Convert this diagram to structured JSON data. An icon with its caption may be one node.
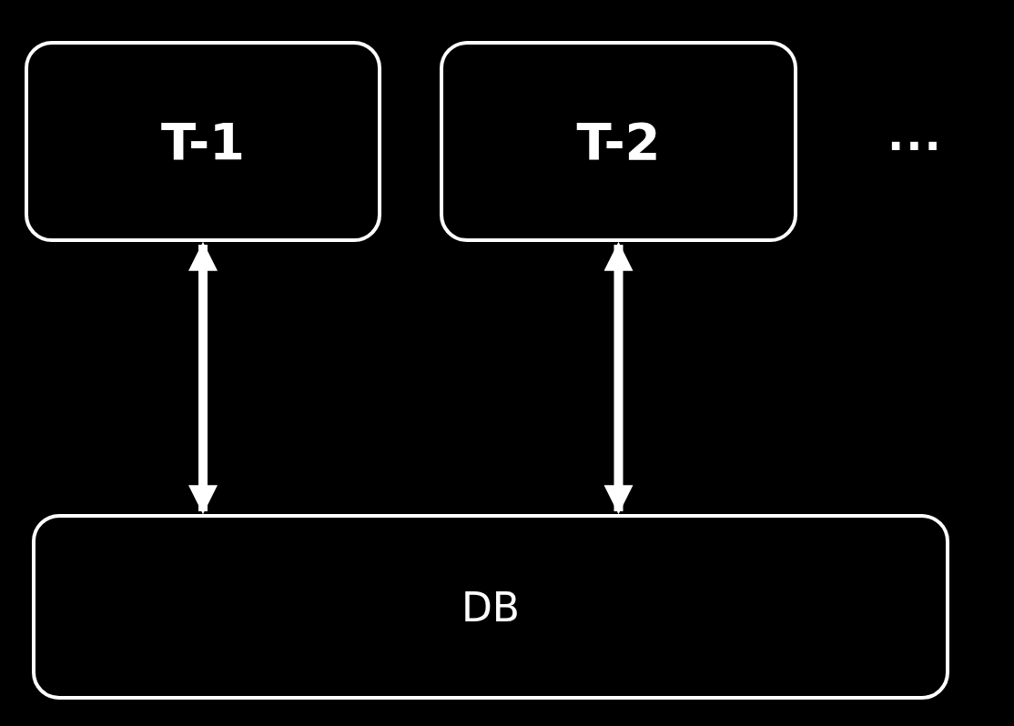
{
  "diagram": {
    "nodes": [
      {
        "text": [
          "T-1"
        ]
      },
      {
        "text": [
          "T-2"
        ]
      },
      {
        "text": [
          "DB"
        ]
      }
    ],
    "edges": [
      {
        "from": 0,
        "to": 2,
        "arrow": "both"
      },
      {
        "from": 1,
        "to": 2,
        "arrow": "both"
      }
    ],
    "labels": [
      "..."
    ]
  }
}
